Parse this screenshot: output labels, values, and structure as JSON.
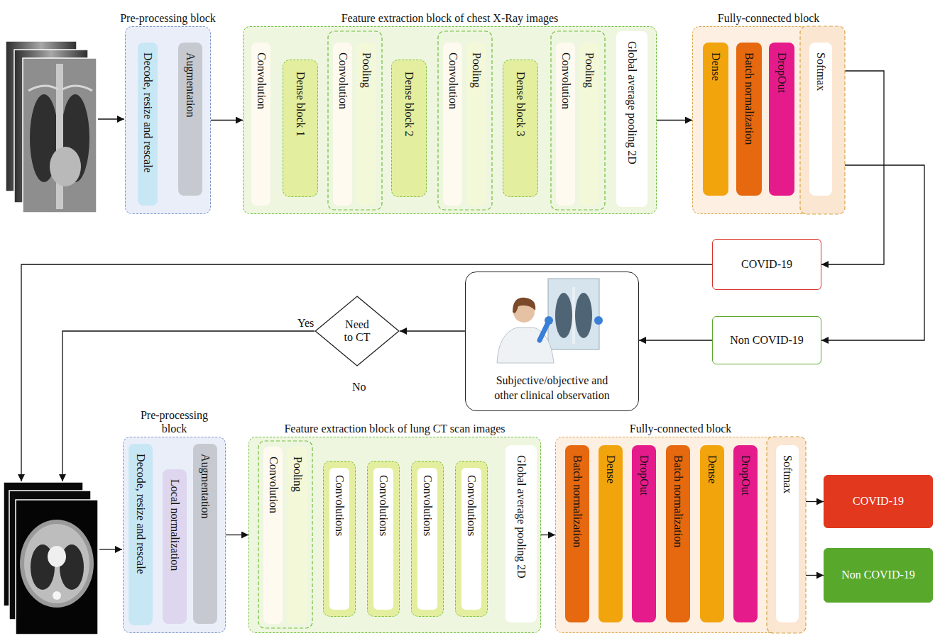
{
  "diagram": {
    "nodes": [
      {
        "text": [
          "Pre-processing block"
        ]
      },
      {
        "text": [
          "Decode, resize and rescale"
        ],
        "in": 0
      },
      {
        "text": [
          "Augmentation"
        ],
        "in": 0
      },
      {
        "text": [
          "Feature extraction block of chest X-Ray images"
        ]
      },
      {
        "text": [
          "Convolution"
        ],
        "in": 3
      },
      {
        "text": [
          "Dense block 1"
        ],
        "in": 3
      },
      {
        "text": [
          "Convolution"
        ],
        "in": 3
      },
      {
        "text": [
          "Pooling"
        ],
        "in": 3
      },
      {
        "text": [
          "Dense block 2"
        ],
        "in": 3
      },
      {
        "text": [
          "Convolution"
        ],
        "in": 3
      },
      {
        "text": [
          "Pooling"
        ],
        "in": 3
      },
      {
        "text": [
          "Dense block 3"
        ],
        "in": 3
      },
      {
        "text": [
          "Convolution"
        ],
        "in": 3
      },
      {
        "text": [
          "Pooling"
        ],
        "in": 3
      },
      {
        "text": [
          "Global average pooling 2D"
        ],
        "in": 3
      },
      {
        "text": [
          "Fully-connected block"
        ]
      },
      {
        "text": [
          "Dense"
        ],
        "in": 15
      },
      {
        "text": [
          "Batch normalization"
        ],
        "in": 15
      },
      {
        "text": [
          "DropOut"
        ],
        "in": 15
      },
      {
        "text": [
          "Softmax"
        ],
        "in": 15
      },
      {
        "text": [
          "COVID-19"
        ]
      },
      {
        "text": [
          "Non COVID-19"
        ]
      },
      {
        "text": [
          "Subjective/objective and other clinical observation"
        ]
      },
      {
        "text": [
          "Need to CT"
        ]
      },
      {
        "text": [
          "Pre-processing block"
        ]
      },
      {
        "text": [
          "Decode, resize and rescale"
        ],
        "in": 24
      },
      {
        "text": [
          "Local normalization"
        ],
        "in": 24
      },
      {
        "text": [
          "Augmentation"
        ],
        "in": 24
      },
      {
        "text": [
          "Feature extraction block of lung CT scan images"
        ]
      },
      {
        "text": [
          "Convolution"
        ],
        "in": 28
      },
      {
        "text": [
          "Pooling"
        ],
        "in": 28
      },
      {
        "text": [
          "Convolutions"
        ],
        "in": 28
      },
      {
        "text": [
          "Convolutions"
        ],
        "in": 28
      },
      {
        "text": [
          "Convolutions"
        ],
        "in": 28
      },
      {
        "text": [
          "Convolutions"
        ],
        "in": 28
      },
      {
        "text": [
          "Global average pooling 2D"
        ],
        "in": 28
      },
      {
        "text": [
          "Fully-connected block"
        ]
      },
      {
        "text": [
          "Batch normalization"
        ],
        "in": 36
      },
      {
        "text": [
          "Dense"
        ],
        "in": 36
      },
      {
        "text": [
          "DropOut"
        ],
        "in": 36
      },
      {
        "text": [
          "Batch normalization"
        ],
        "in": 36
      },
      {
        "text": [
          "Dense"
        ],
        "in": 36
      },
      {
        "text": [
          "DropOut"
        ],
        "in": 36
      },
      {
        "text": [
          "Softmax"
        ],
        "in": 36
      },
      {
        "text": [
          "COVID-19"
        ]
      },
      {
        "text": [
          "Non COVID-19"
        ]
      }
    ],
    "edges": [
      {
        "from": 0,
        "to": 3,
        "arrow": "to"
      },
      {
        "from": 3,
        "to": 15,
        "arrow": "to"
      },
      {
        "from": 15,
        "to": 20,
        "arrow": "to"
      },
      {
        "from": 15,
        "to": 21,
        "arrow": "to"
      },
      {
        "from": 21,
        "to": 22,
        "arrow": "to"
      },
      {
        "from": 22,
        "to": 23,
        "arrow": "to"
      },
      {
        "from": 24,
        "to": 28,
        "arrow": "to"
      },
      {
        "from": 28,
        "to": 36,
        "arrow": "to"
      },
      {
        "from": 36,
        "to": 44,
        "arrow": "to"
      },
      {
        "from": 36,
        "to": 45,
        "arrow": "to"
      }
    ],
    "labels": [
      "Yes",
      "No"
    ]
  }
}
